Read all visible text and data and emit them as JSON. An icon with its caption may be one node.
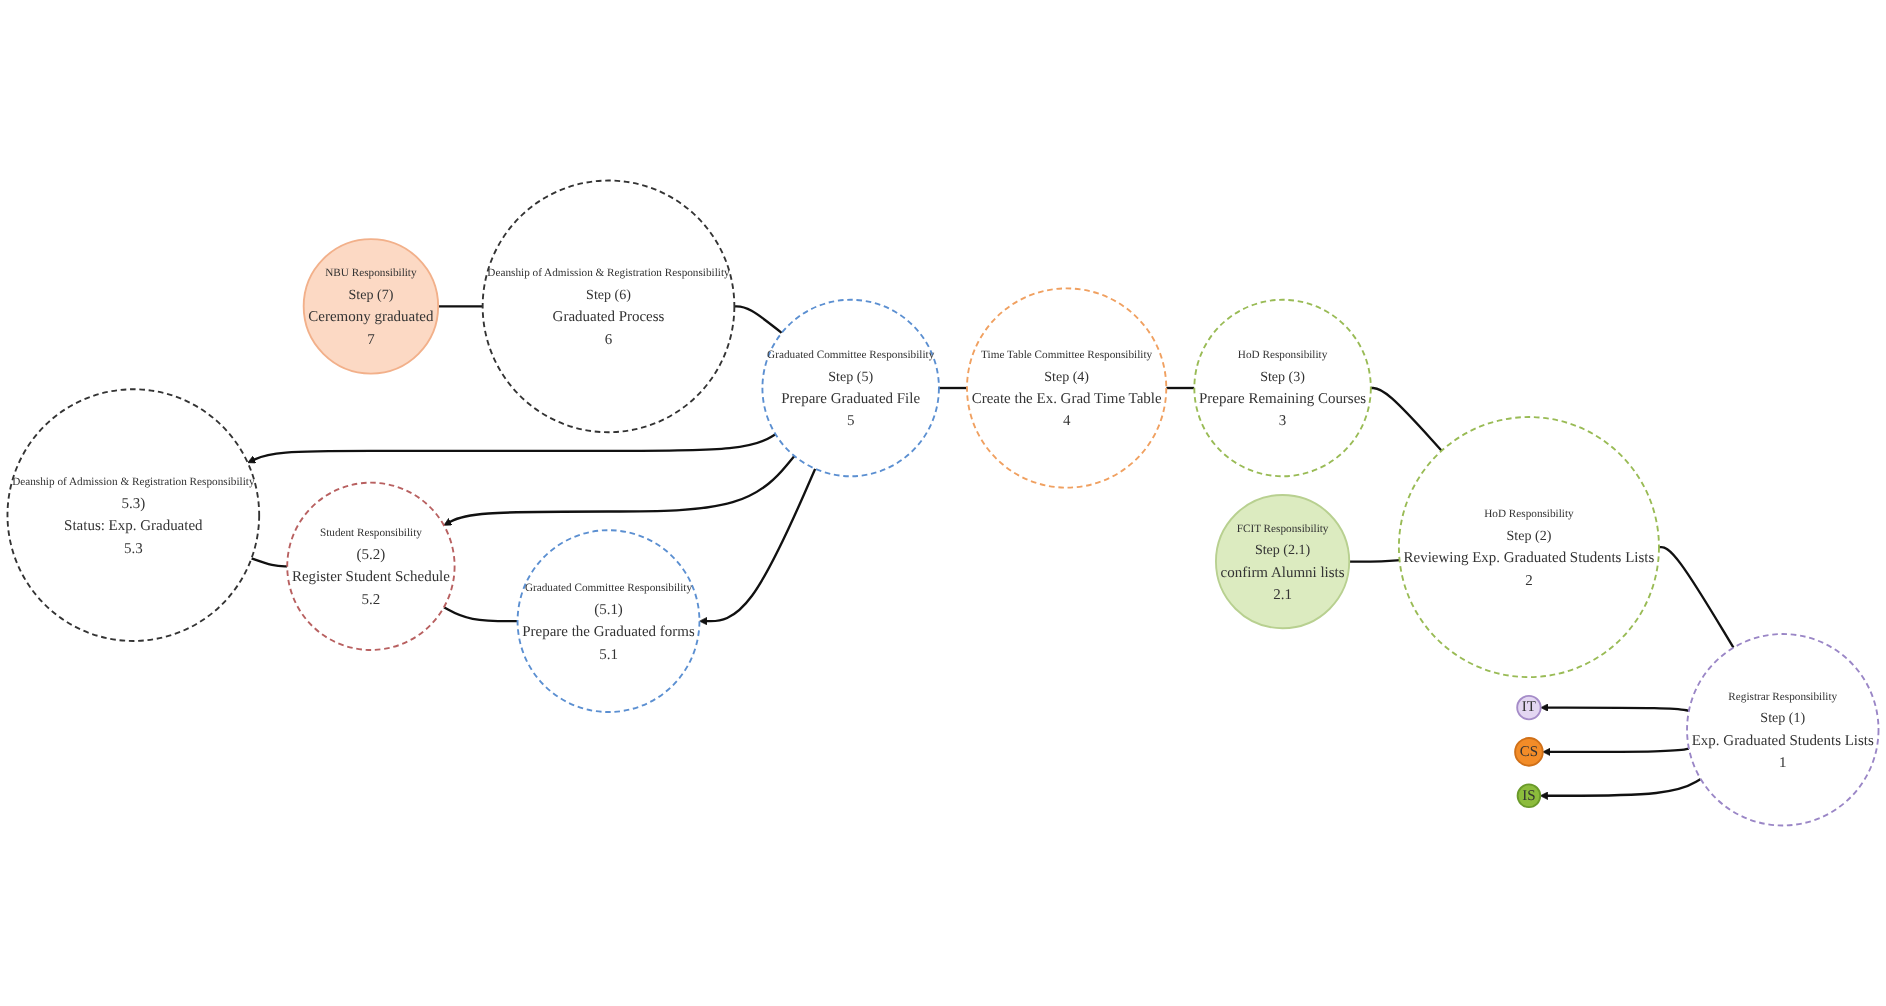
{
  "diagram": {
    "nodes": [
      {
        "text": [
          "Deanship of Admission & Registration Responsibility",
          "Step (6)",
          "Graduated Process",
          "6"
        ]
      },
      {
        "text": [
          "Graduated Committee Responsibility",
          "Step (5)",
          "Prepare Graduated File",
          "5"
        ]
      },
      {
        "text": [
          "Time Table Committee Responsibility",
          "Step (4)",
          "Create the Ex. Grad Time Table",
          "4"
        ]
      },
      {
        "text": [
          "HoD Responsibility",
          "Step (3)",
          "Prepare Remaining Courses",
          "3"
        ]
      },
      {
        "text": [
          "HoD Responsibility",
          "Step (2)",
          "Reviewing Exp. Graduated Students Lists",
          "2"
        ]
      },
      {
        "text": [
          "Registrar Responsibility",
          "Step (1)",
          "Exp. Graduated Students Lists",
          "1"
        ]
      },
      {
        "text": [
          "NBU Responsibility",
          "Step (7)",
          "Ceremony graduated",
          "7"
        ]
      },
      {
        "text": [
          "Deanship of Admission & Registration Responsibility",
          "5.3)",
          "Status: Exp. Graduated",
          "5.3"
        ]
      },
      {
        "text": [
          "Student Responsibility",
          "(5.2)",
          "Register Student Schedule",
          "5.2"
        ]
      },
      {
        "text": [
          "Graduated Committee Responsibility",
          "(5.1)",
          "Prepare the Graduated forms",
          "5.1"
        ]
      },
      {
        "text": [
          "FCIT Responsibility",
          "Step (2.1)",
          "confirm Alumni lists",
          "2.1"
        ]
      },
      {
        "text": [
          "IT"
        ]
      },
      {
        "text": [
          "CS"
        ]
      },
      {
        "text": [
          "IS"
        ]
      }
    ],
    "edges": [
      {
        "from": 5,
        "to": 4,
        "arrow": "none"
      },
      {
        "from": 4,
        "to": 3,
        "arrow": "none"
      },
      {
        "from": 3,
        "to": 2,
        "arrow": "none"
      },
      {
        "from": 2,
        "to": 1,
        "arrow": "none"
      },
      {
        "from": 1,
        "to": 0,
        "arrow": "none"
      },
      {
        "from": 0,
        "to": 6,
        "arrow": "none"
      },
      {
        "from": 1,
        "to": 7,
        "arrow": "to"
      },
      {
        "from": 1,
        "to": 8,
        "arrow": "to"
      },
      {
        "from": 1,
        "to": 9,
        "arrow": "to"
      },
      {
        "from": 9,
        "to": 8,
        "arrow": "none"
      },
      {
        "from": 8,
        "to": 7,
        "arrow": "none"
      },
      {
        "from": 4,
        "to": 10,
        "arrow": "none"
      },
      {
        "from": 5,
        "to": 11,
        "arrow": "to"
      },
      {
        "from": 5,
        "to": 12,
        "arrow": "to"
      },
      {
        "from": 5,
        "to": 13,
        "arrow": "to"
      }
    ]
  }
}
